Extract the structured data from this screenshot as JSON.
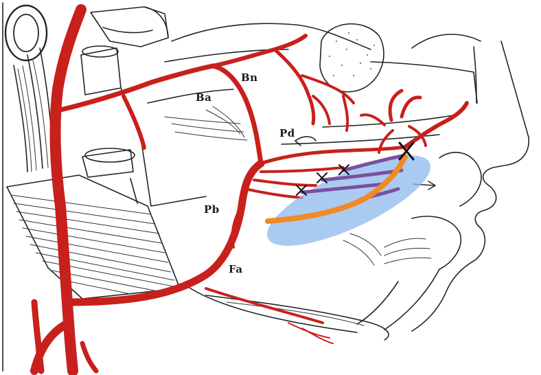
{
  "labels": {
    "ba": "Ba",
    "bn": "Bn",
    "pd": "Pd",
    "pb": "Pb",
    "fa": "Fa"
  },
  "colors": {
    "artery": "#c8201c",
    "ligated_branch": "#7a4fa0",
    "flap_vessel": "#f08a24",
    "flap_area": "#8fb8ec",
    "outline": "#222222"
  }
}
